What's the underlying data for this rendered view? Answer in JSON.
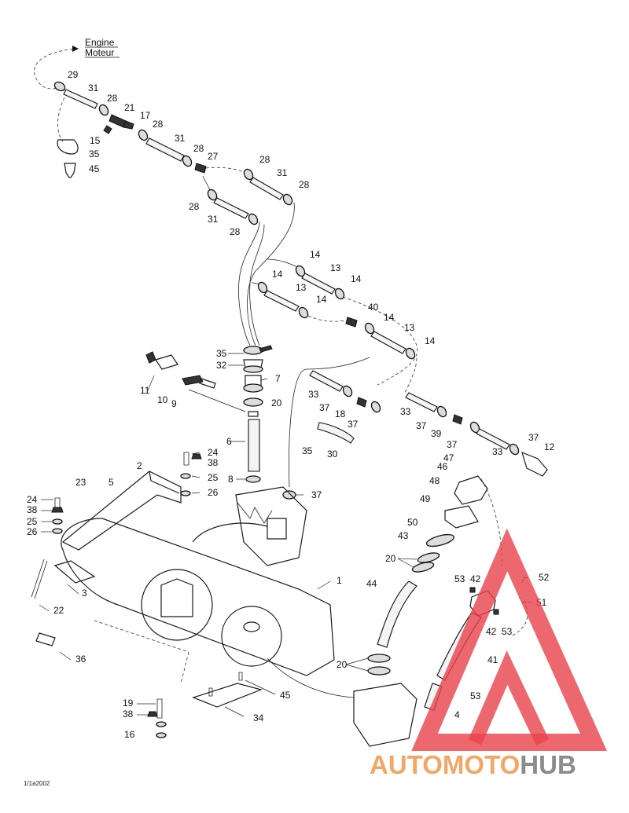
{
  "diagram": {
    "engine_label_en": "Engine",
    "engine_label_fr": "Moteur",
    "drawing_code": "1/1a2002",
    "callouts": [
      {
        "id": "c29a",
        "text": "29"
      },
      {
        "id": "c31a",
        "text": "31"
      },
      {
        "id": "c28a",
        "text": "28"
      },
      {
        "id": "c21",
        "text": "21"
      },
      {
        "id": "c17",
        "text": "17"
      },
      {
        "id": "c15",
        "text": "15"
      },
      {
        "id": "c28b",
        "text": "28"
      },
      {
        "id": "c31b",
        "text": "31"
      },
      {
        "id": "c35a",
        "text": "35"
      },
      {
        "id": "c45a",
        "text": "45"
      },
      {
        "id": "c28c",
        "text": "28"
      },
      {
        "id": "c27",
        "text": "27"
      },
      {
        "id": "c28d",
        "text": "28"
      },
      {
        "id": "c31c",
        "text": "31"
      },
      {
        "id": "c28e",
        "text": "28"
      },
      {
        "id": "c28f",
        "text": "28"
      },
      {
        "id": "c31d",
        "text": "31"
      },
      {
        "id": "c28g",
        "text": "28"
      },
      {
        "id": "c14a",
        "text": "14"
      },
      {
        "id": "c13a",
        "text": "13"
      },
      {
        "id": "c14b",
        "text": "14"
      },
      {
        "id": "c14c",
        "text": "14"
      },
      {
        "id": "c13b",
        "text": "13"
      },
      {
        "id": "c14d",
        "text": "14"
      },
      {
        "id": "c40",
        "text": "40"
      },
      {
        "id": "c14e",
        "text": "14"
      },
      {
        "id": "c13c",
        "text": "13"
      },
      {
        "id": "c14f",
        "text": "14"
      },
      {
        "id": "c35b",
        "text": "35"
      },
      {
        "id": "c32",
        "text": "32"
      },
      {
        "id": "c7",
        "text": "7"
      },
      {
        "id": "c20a",
        "text": "20"
      },
      {
        "id": "c11",
        "text": "11"
      },
      {
        "id": "c10",
        "text": "10"
      },
      {
        "id": "c9",
        "text": "9"
      },
      {
        "id": "c6",
        "text": "6"
      },
      {
        "id": "c8",
        "text": "8"
      },
      {
        "id": "c33a",
        "text": "33"
      },
      {
        "id": "c37a",
        "text": "37"
      },
      {
        "id": "c18",
        "text": "18"
      },
      {
        "id": "c37b",
        "text": "37"
      },
      {
        "id": "c35c",
        "text": "35"
      },
      {
        "id": "c30",
        "text": "30"
      },
      {
        "id": "c33b",
        "text": "33"
      },
      {
        "id": "c37c",
        "text": "37"
      },
      {
        "id": "c39",
        "text": "39"
      },
      {
        "id": "c37d",
        "text": "37"
      },
      {
        "id": "c37e",
        "text": "37"
      },
      {
        "id": "c33c",
        "text": "33"
      },
      {
        "id": "c12",
        "text": "12"
      },
      {
        "id": "c47",
        "text": "47"
      },
      {
        "id": "c46",
        "text": "46"
      },
      {
        "id": "c48",
        "text": "48"
      },
      {
        "id": "c49",
        "text": "49"
      },
      {
        "id": "c50",
        "text": "50"
      },
      {
        "id": "c43",
        "text": "43"
      },
      {
        "id": "c20b",
        "text": "20"
      },
      {
        "id": "c44",
        "text": "44"
      },
      {
        "id": "c53a",
        "text": "53"
      },
      {
        "id": "c42a",
        "text": "42"
      },
      {
        "id": "c52",
        "text": "52"
      },
      {
        "id": "c51",
        "text": "51"
      },
      {
        "id": "c42b",
        "text": "42"
      },
      {
        "id": "c53b",
        "text": "53"
      },
      {
        "id": "c41",
        "text": "41"
      },
      {
        "id": "c53c",
        "text": "53"
      },
      {
        "id": "c20c",
        "text": "20"
      },
      {
        "id": "c4",
        "text": "4"
      },
      {
        "id": "c37f",
        "text": "37"
      },
      {
        "id": "c24a",
        "text": "24"
      },
      {
        "id": "c38a",
        "text": "38"
      },
      {
        "id": "c25a",
        "text": "25"
      },
      {
        "id": "c26a",
        "text": "26"
      },
      {
        "id": "c2",
        "text": "2"
      },
      {
        "id": "c23",
        "text": "23"
      },
      {
        "id": "c5",
        "text": "5"
      },
      {
        "id": "c24b",
        "text": "24"
      },
      {
        "id": "c38b",
        "text": "38"
      },
      {
        "id": "c25b",
        "text": "25"
      },
      {
        "id": "c26b",
        "text": "26"
      },
      {
        "id": "c3",
        "text": "3"
      },
      {
        "id": "c22",
        "text": "22"
      },
      {
        "id": "c1",
        "text": "1"
      },
      {
        "id": "c36",
        "text": "36"
      },
      {
        "id": "c19",
        "text": "19"
      },
      {
        "id": "c38c",
        "text": "38"
      },
      {
        "id": "c16",
        "text": "16"
      },
      {
        "id": "c34",
        "text": "34"
      },
      {
        "id": "c45b",
        "text": "45"
      }
    ]
  },
  "watermark": {
    "word_auto": "AUTO",
    "word_moto": "MOTO",
    "word_hub": "HUB",
    "color_orange": "#f0a868",
    "color_gray": "#8c8c8c",
    "color_red": "#e8424a"
  }
}
